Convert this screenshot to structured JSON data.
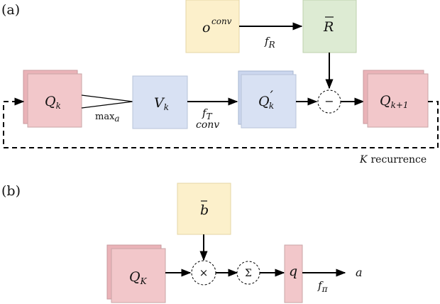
{
  "panel_a": {
    "label": "(a)",
    "obs_conv": {
      "base": "o",
      "sup": "conv"
    },
    "reward": {
      "base": "R",
      "bar": true
    },
    "f_R": {
      "base": "f",
      "sub": "R"
    },
    "Q_k": {
      "base": "Q",
      "sub": "k"
    },
    "max_a": {
      "base": "max",
      "sub": "a"
    },
    "V_k": {
      "base": "V",
      "sub": "k"
    },
    "f_T": {
      "base": "f",
      "sub": "T"
    },
    "conv_label": "conv",
    "Q_k_prime": {
      "base": "Q",
      "sub": "k",
      "prime": "′"
    },
    "minus": "−",
    "Q_k1": {
      "base": "Q",
      "sub": "k+1"
    },
    "recurrence": {
      "var": "K",
      "text": "recurrence"
    }
  },
  "panel_b": {
    "label": "(b)",
    "belief": {
      "base": "b",
      "bar": true
    },
    "Q_K": {
      "base": "Q",
      "sub": "K"
    },
    "times": "×",
    "sigma": "Σ",
    "q": "q",
    "f_pi": {
      "base": "f",
      "sub": "π"
    },
    "action": "a"
  },
  "colors": {
    "pink": "#f2c7ca",
    "blue": "#d8e1f3",
    "yellow": "#fcf0cb",
    "green": "#ddebd3"
  }
}
